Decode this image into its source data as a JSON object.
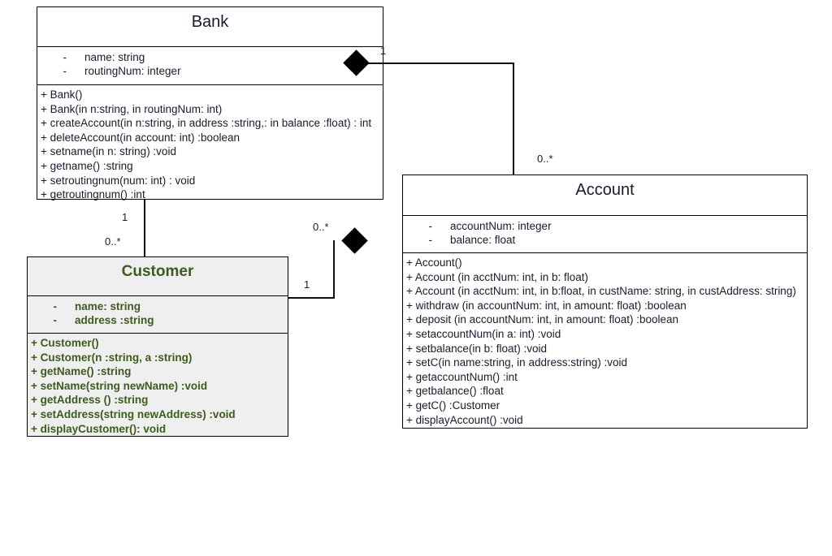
{
  "diagram": {
    "type": "uml-class-diagram",
    "title": "Bank UML Class Diagram",
    "background": "#ffffff"
  },
  "classes": {
    "bank": {
      "name": "Bank",
      "text_color": "#1a1a2e",
      "fill": "#ffffff",
      "attributes": [
        {
          "visibility": "-",
          "text": "name: string"
        },
        {
          "visibility": "-",
          "text": "routingNum: integer"
        }
      ],
      "operations": [
        "+ Bank()",
        "+ Bank(in n:string, in routingNum: int)",
        "+ createAccount(in n:string, in address :string,: in balance :float) : int",
        "+ deleteAccount(in account: int) :boolean",
        "+ setname(in n: string) :void",
        "+ getname() :string",
        "+ setroutingnum(num: int) : void",
        "+ getroutingnum() :int"
      ]
    },
    "customer": {
      "name": "Customer",
      "text_color": "#3c5c1c",
      "fill": "#efefef",
      "attributes": [
        {
          "visibility": "-",
          "text": "name: string"
        },
        {
          "visibility": "-",
          "text": "address :string"
        }
      ],
      "operations": [
        "+ Customer()",
        "+ Customer(n :string, a :string)",
        "+ getName() :string",
        "+ setName(string newName) :void",
        "+ getAddress () :string",
        "+ setAddress(string newAddress) :void",
        "+ displayCustomer(): void"
      ]
    },
    "account": {
      "name": "Account",
      "text_color": "#1a1a2e",
      "fill": "#ffffff",
      "attributes": [
        {
          "visibility": "-",
          "text": "accountNum: integer"
        },
        {
          "visibility": "-",
          "text": "balance: float"
        }
      ],
      "operations": [
        "+ Account()",
        "+ Account (in acctNum: int, in b: float)",
        "+ Account (in acctNum: int, in b:float, in custName: string, in custAddress: string)",
        "+ withdraw (in accountNum: int, in amount: float) :boolean",
        "+ deposit (in accountNum: int, in amount: float) :boolean",
        "+ setaccountNum(in a: int) :void",
        "+ setbalance(in b: float) :void",
        "+ setC(in name:string, in address:string) :void",
        "+ getaccountNum() :int",
        "+ getbalance() :float",
        "+ getC() :Customer",
        "+ displayAccount() :void"
      ]
    }
  },
  "relationships": [
    {
      "id": "bank-account",
      "kind": "composition",
      "from": "Bank",
      "to": "Account",
      "source_multiplicity": "1",
      "target_multiplicity": "0..*"
    },
    {
      "id": "bank-customer",
      "kind": "association",
      "from": "Bank",
      "to": "Customer",
      "source_multiplicity": "1",
      "target_multiplicity": "0..*"
    },
    {
      "id": "customer-account",
      "kind": "composition",
      "from": "Customer",
      "to": "Account",
      "source_multiplicity": "1",
      "target_multiplicity": "0..*"
    }
  ]
}
